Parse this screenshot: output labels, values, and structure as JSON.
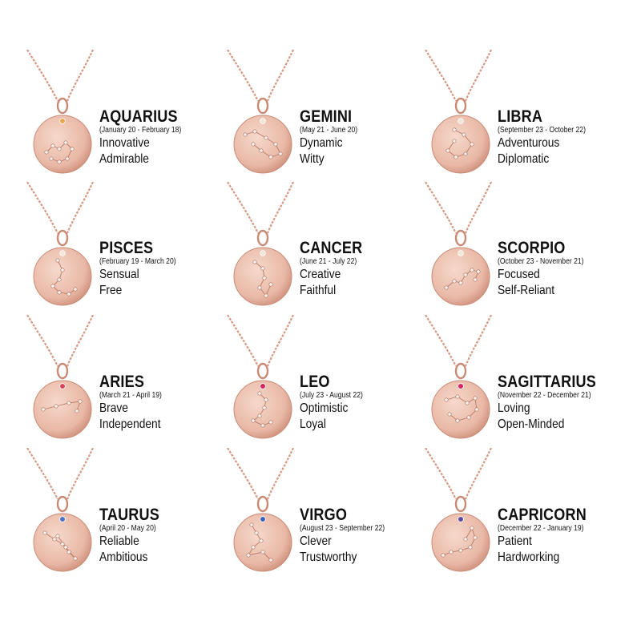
{
  "signs": [
    {
      "name": "AQUARIUS",
      "dates": "(January 20 - February 18)",
      "traits": [
        "Innovative",
        "Admirable"
      ],
      "stone_color": "#e8a84a"
    },
    {
      "name": "GEMINI",
      "dates": "(May 21 - June 20)",
      "traits": [
        "Dynamic",
        "Witty"
      ],
      "stone_color": "#f1e6d8"
    },
    {
      "name": "LIBRA",
      "dates": "(September 23 - October 22)",
      "traits": [
        "Adventurous",
        "Diplomatic"
      ],
      "stone_color": "#f1e6d8"
    },
    {
      "name": "PISCES",
      "dates": "(February 19 - March 20)",
      "traits": [
        "Sensual",
        "Free"
      ],
      "stone_color": "#f1e6d8"
    },
    {
      "name": "CANCER",
      "dates": "(June 21 - July 22)",
      "traits": [
        "Creative",
        "Faithful"
      ],
      "stone_color": "#f1e6d8"
    },
    {
      "name": "SCORPIO",
      "dates": "(October 23 - November 21)",
      "traits": [
        "Focused",
        "Self-Reliant"
      ],
      "stone_color": "#f1e6d8"
    },
    {
      "name": "ARIES",
      "dates": "(March 21 - April 19)",
      "traits": [
        "Brave",
        "Independent"
      ],
      "stone_color": "#d9445a"
    },
    {
      "name": "LEO",
      "dates": "(July 23 - August 22)",
      "traits": [
        "Optimistic",
        "Loyal"
      ],
      "stone_color": "#d6245e"
    },
    {
      "name": "SAGITTARIUS",
      "dates": "(November 22 - December 21)",
      "traits": [
        "Loving",
        "Open-Minded"
      ],
      "stone_color": "#d6245e"
    },
    {
      "name": "TAURUS",
      "dates": "(April 20 - May 20)",
      "traits": [
        "Reliable",
        "Ambitious"
      ],
      "stone_color": "#4a72c8"
    },
    {
      "name": "VIRGO",
      "dates": "(August 23 - September 22)",
      "traits": [
        "Clever",
        "Trustworthy"
      ],
      "stone_color": "#3d5fb8"
    },
    {
      "name": "CAPRICORN",
      "dates": "(December 22 - January 19)",
      "traits": [
        "Patient",
        "Hardworking"
      ],
      "stone_color": "#5a4aa0"
    }
  ],
  "colors": {
    "rose_gold": "#e9b8a6",
    "rose_gold_dark": "#c98a75",
    "chain": "#d59a85",
    "text": "#111111"
  }
}
